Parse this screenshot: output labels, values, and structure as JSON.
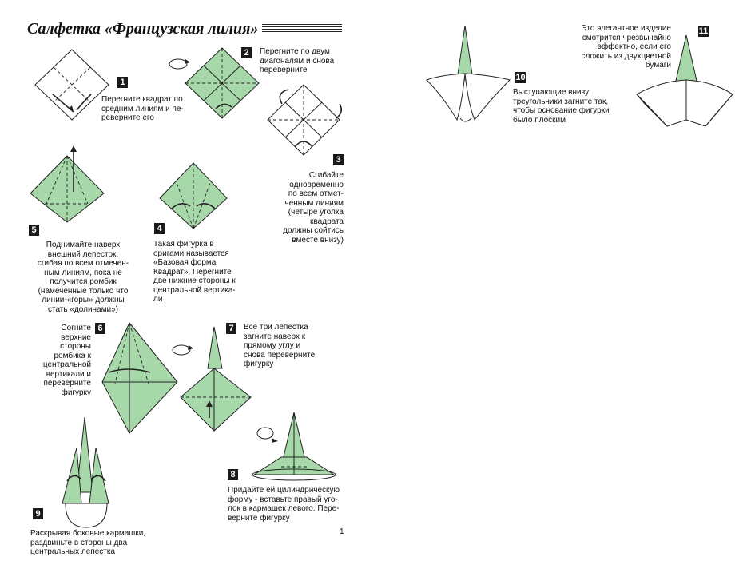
{
  "title": "Салфетка «Французская лилия»",
  "page_number": "1",
  "steps": [
    {
      "num": "1",
      "text": "Перегните квадрат по\nсредним линиям и пе-\nреверните его"
    },
    {
      "num": "2",
      "text": "Перегните по двум\nдиагоналям и снова\nпереверните"
    },
    {
      "num": "3",
      "text": "Сгибайте\nодновременно\nпо всем отмет-\nченным линиям\n(четыре уголка\nквадрата\nдолжны сойтись\nвместе внизу)"
    },
    {
      "num": "4",
      "text": "Такая фигурка в\nоригами называется\n«Базовая форма\nКвадрат». Перегните\nдве нижние стороны к\nцентральной вертика-\nли"
    },
    {
      "num": "5",
      "text": "Поднимайте наверх\nвнешний лепесток,\nсгибая по всем отмечен-\nным линиям, пока не\nполучится ромбик\n(намеченные только что\nлинии-«горы» должны\nстать «долинами»)"
    },
    {
      "num": "6",
      "text": "Согните\nверхние\nстороны\nромбика к\nцентральной\nвертикали и\nпереверните\nфигурку"
    },
    {
      "num": "7",
      "text": "Все три лепестка\nзагните наверх к\nпрямому углу и\nснова переверните\nфигурку"
    },
    {
      "num": "8",
      "text": "Придайте ей цилиндрическую\nформу - вставьте правый уго-\nлок в кармашек левого. Пере-\nверните фигурку"
    },
    {
      "num": "9",
      "text": "Раскрывая боковые кармашки,\nраздвиньте в стороны два\nцентральных лепестка"
    },
    {
      "num": "10",
      "text": "Выступающие внизу\nтреугольники загните так,\nчтобы основание фигурки\nбыло плоским"
    },
    {
      "num": "11",
      "text": "Это элегантное изделие\nсмотрится чрезвычайно\nэффектно, если его\nсложить из двухцветной\nбумаги"
    }
  ],
  "colors": {
    "paper_green": "#a7d8a9",
    "line": "#222222",
    "badge": "#1a1a1a"
  }
}
